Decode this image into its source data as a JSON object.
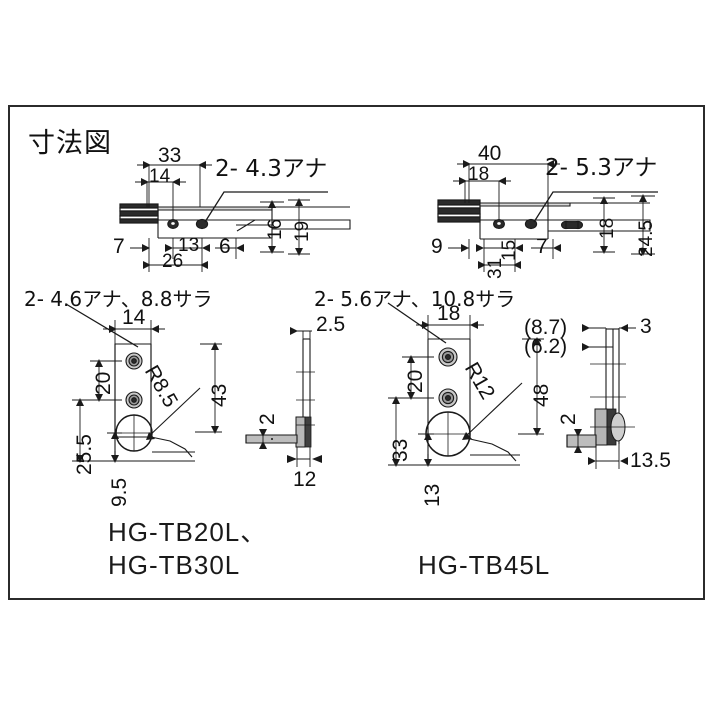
{
  "drawing": {
    "title": "寸法図",
    "border_color": "#2b2b2b"
  },
  "views": {
    "top_left": {
      "name": "HG-TB20L/30L top view",
      "notes": [
        {
          "id": "hole_note",
          "text": "2- 4.3アナ"
        }
      ],
      "dims": {
        "d33": "33",
        "d14": "14",
        "d7": "7",
        "d13": "13",
        "d26": "26",
        "d6": "6",
        "v16": "16",
        "v19": "19"
      }
    },
    "top_right": {
      "name": "HG-TB45L top view",
      "notes": [
        {
          "id": "hole_note",
          "text": "2- 5.3アナ"
        }
      ],
      "dims": {
        "d40": "40",
        "d18": "18",
        "d9": "9",
        "d15": "15",
        "d31": "31",
        "d7": "7",
        "v18": "18",
        "v245": "24.5"
      }
    },
    "front_left": {
      "name": "HG-TB20L/30L front view",
      "notes": [
        {
          "id": "hole_note",
          "text": "2- 4.6アナ、8.8サラ"
        }
      ],
      "dims": {
        "d14": "14",
        "d20": "20",
        "d255": "25.5",
        "d95": "9.5",
        "r": "R8.5",
        "d43": "43"
      }
    },
    "side_left": {
      "name": "HG-TB20L/30L side view",
      "dims": {
        "d25": "2.5",
        "d2": "2",
        "d12": "12"
      }
    },
    "front_right": {
      "name": "HG-TB45L front view",
      "notes": [
        {
          "id": "hole_note",
          "text": "2- 5.6アナ、10.8サラ"
        }
      ],
      "dims": {
        "d18": "18",
        "d20": "20",
        "d33": "33",
        "d13": "13",
        "r": "R12",
        "d48": "48"
      }
    },
    "side_right": {
      "name": "HG-TB45L side view",
      "dims": {
        "d87": "(8.7)",
        "d62": "(6.2)",
        "d3": "3",
        "d2": "2",
        "d135": "13.5"
      }
    }
  },
  "labels": {
    "left_line1": "HG-TB20L、",
    "left_line2": "HG-TB30L",
    "right_line1": "HG-TB45L"
  }
}
